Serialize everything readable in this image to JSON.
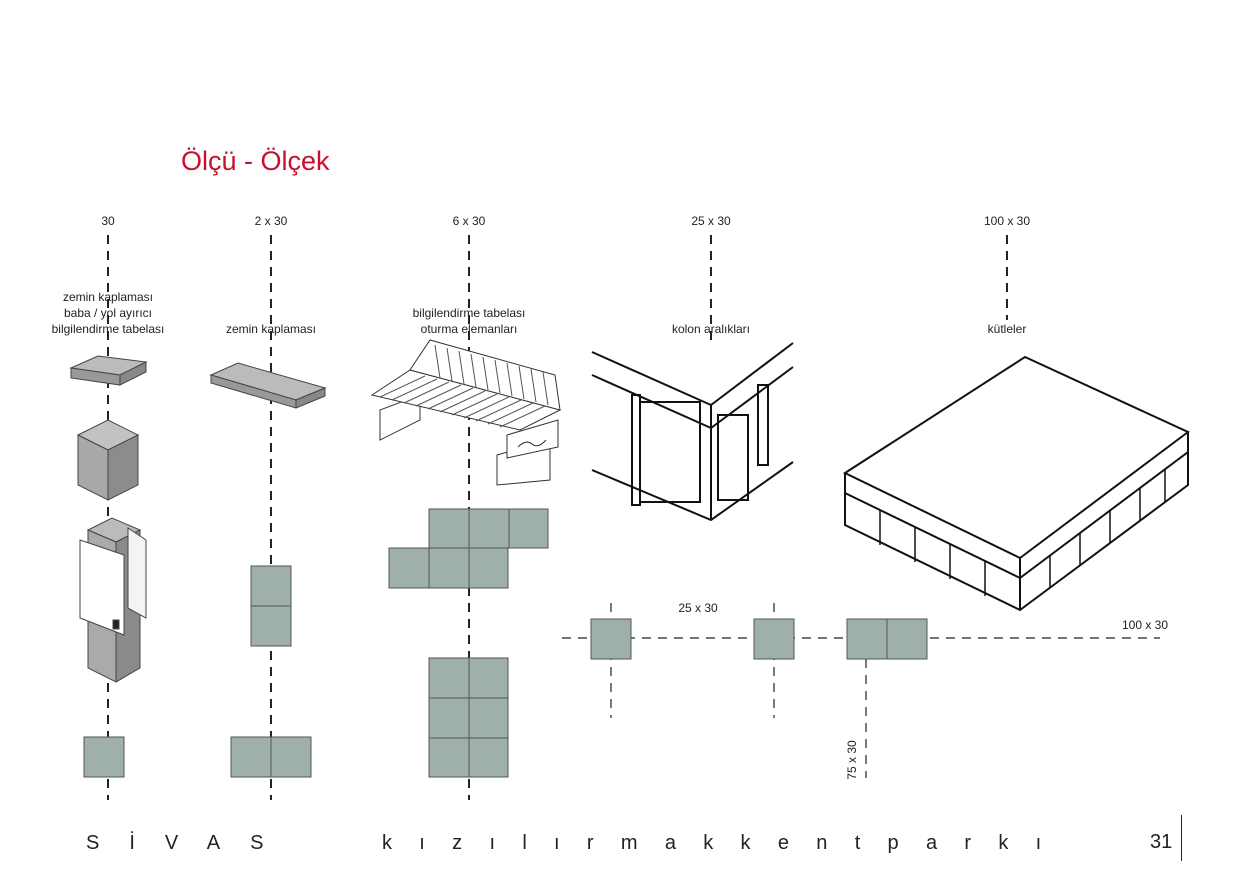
{
  "title": "Ölçü - Ölçek",
  "columns": [
    {
      "scale": "30",
      "caption": [
        "zemin kaplaması",
        "baba / yol ayırıcı",
        "bilgilendirme tabelası"
      ]
    },
    {
      "scale": "2 x 30",
      "caption": [
        "zemin kaplaması"
      ]
    },
    {
      "scale": "6 x 30",
      "caption": [
        "bilgilendirme tabelası",
        "oturma elemanları"
      ]
    },
    {
      "scale": "25 x 30",
      "caption": [
        "kolon aralıkları"
      ]
    },
    {
      "scale": "100 x 30",
      "caption": [
        "kütleler"
      ]
    }
  ],
  "grid_labels": {
    "horizontal_25": "25 x 30",
    "horizontal_100": "100 x 30",
    "vertical_75": "75 x 30"
  },
  "footer": {
    "city": "SİVAS",
    "project": "kızılırmakkentparkı",
    "page": "31"
  },
  "colors": {
    "title": "#c8102e",
    "tile": "#9fb0ac"
  }
}
